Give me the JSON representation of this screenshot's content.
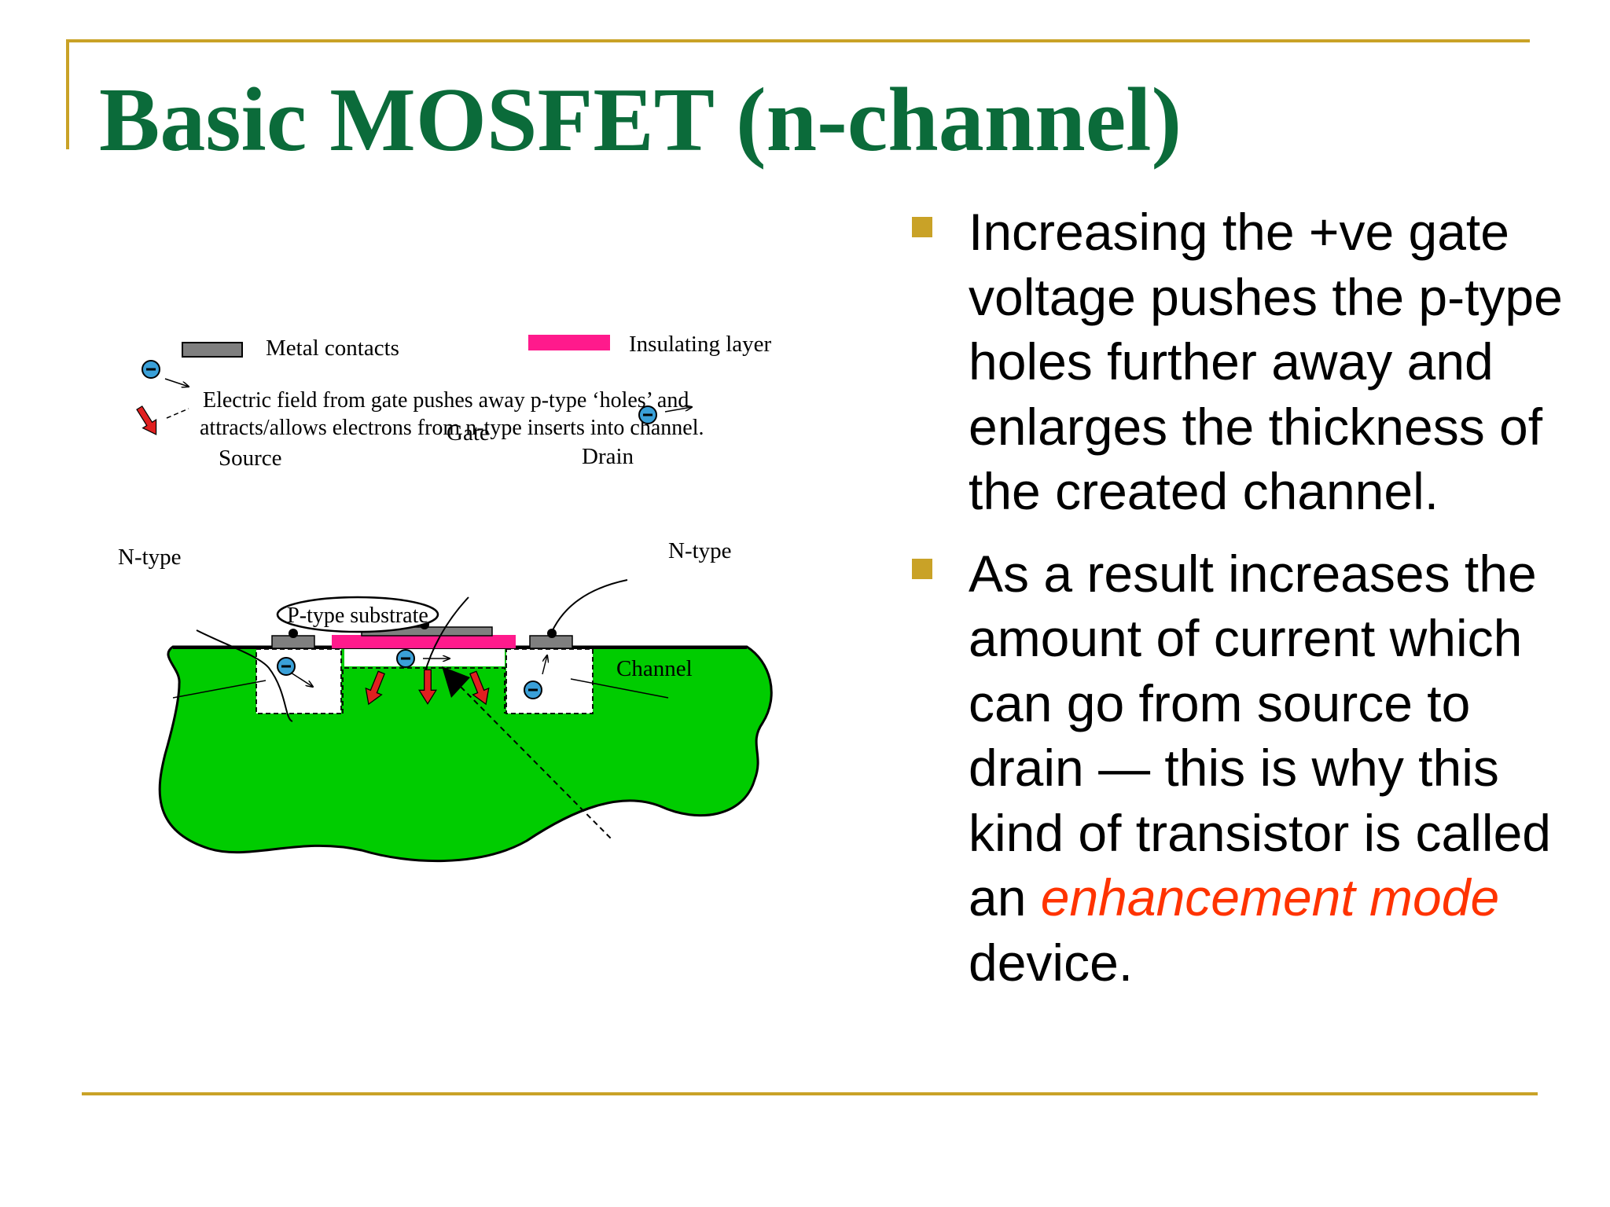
{
  "slide": {
    "title": "Basic MOSFET (n-channel)",
    "bullets": [
      {
        "parts": [
          {
            "text": "Increasing the +ve gate voltage pushes the p-type holes further away and enlarges the thickness of the created channel.",
            "emphasis": false
          }
        ]
      },
      {
        "parts": [
          {
            "text": "As a result increases the amount of current which can go from source to drain — this is why this kind of transistor is called an ",
            "emphasis": false
          },
          {
            "text": "enhancement mode",
            "emphasis": true
          },
          {
            "text": " device.",
            "emphasis": false
          }
        ]
      }
    ]
  },
  "diagram": {
    "legend": {
      "metal_contacts": "Metal contacts",
      "insulating_layer": "Insulating layer",
      "field_note_line1": "Electric field from gate pushes away p-type ‘holes’ and",
      "field_note_line2": "attracts/allows electrons from n-type inserts into channel."
    },
    "labels": {
      "gate": "Gate",
      "source": "Source",
      "drain": "Drain",
      "n_type_left": "N-type",
      "n_type_right": "N-type",
      "substrate": "P-type substrate",
      "channel": "Channel"
    }
  },
  "colors": {
    "title": "#0b6b3a",
    "accent_rule": "#c9a227",
    "bullet_marker": "#c9a227",
    "emphasis": "#ff3300",
    "substrate": "#00cc00",
    "insulator": "#ff1a8c",
    "metal": "#7f7f7f",
    "electron": "#3aa0d8",
    "field_arrow": "#e02020"
  },
  "icons": {
    "bullet": "square-bullet-icon",
    "electron": "electron-minus-icon",
    "field": "red-field-arrow-icon"
  }
}
